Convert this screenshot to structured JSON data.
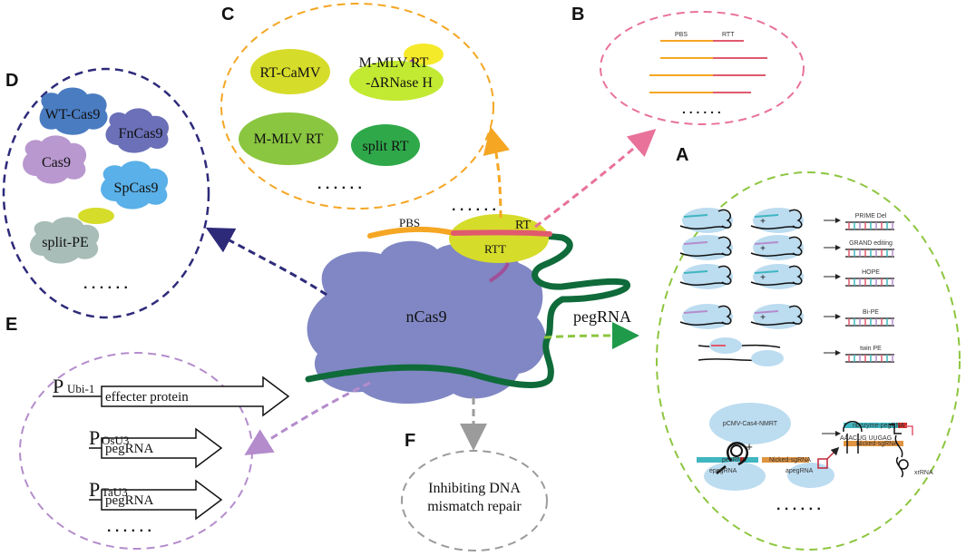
{
  "panels": {
    "A": {
      "letter": "A",
      "strategies": [
        "PRIME Del",
        "GRAND editing",
        "HOPE",
        "Bi-PE",
        "twin PE"
      ],
      "plus": "+",
      "construct_label": "pCMV-Cas4-NMRT",
      "construct_parts": [
        "pegRNA",
        "Nicked-sgRNA"
      ],
      "result_strips": [
        "ribozyme-pegRNA",
        "Nicked-sgRNA"
      ],
      "variants": [
        "epegRNA",
        "apegRNA",
        "xrRNA"
      ],
      "stemloop_seq": "AAACUG UUGAG",
      "ellipsis": ". . . . . ."
    },
    "B": {
      "letter": "B",
      "pbs": "PBS",
      "rtt": "RTT",
      "ellipsis": ". . . . . ."
    },
    "C": {
      "letter": "C",
      "enzymes": [
        "RT-CaMV",
        "M-MLV RT",
        "-ΔRNase H",
        "M-MLV RT",
        "split RT"
      ],
      "ellipsis": ". . . . . ."
    },
    "D": {
      "letter": "D",
      "cas_variants": [
        "WT-Cas9",
        "FnCas9",
        "Cas9",
        "SpCas9",
        "split-PE"
      ],
      "ellipsis": ". . . . . ."
    },
    "E": {
      "letter": "E",
      "constructs": [
        {
          "promoter": "P",
          "promoter_sub": "Ubi-1",
          "product": "effecter protein"
        },
        {
          "promoter": "P",
          "promoter_sub": "OsU3",
          "product": "pegRNA"
        },
        {
          "promoter": "P",
          "promoter_sub": "TaU3",
          "product": "pegRNA"
        }
      ],
      "ellipsis": ". . . . . ."
    },
    "F": {
      "letter": "F",
      "line1": "Inhibiting DNA",
      "line2": "mismatch repair"
    }
  },
  "center": {
    "protein": "nCas9",
    "rt": "RT",
    "pbs": "PBS",
    "rtt": "RTT",
    "guide": "pegRNA",
    "ellipsis": ". . . . . ."
  },
  "colors": {
    "A": "#8dc63f",
    "B": "#e8729a",
    "C": "#f5a623",
    "D": "#2e2a7a",
    "E": "#b48ccc",
    "F": "#9b9b9b",
    "ncas9": "#8087c4",
    "rna": "#0f6b3a",
    "rt": "#d6dc2a",
    "pbs": "#f5a623",
    "rtt": "#e05a6e"
  }
}
